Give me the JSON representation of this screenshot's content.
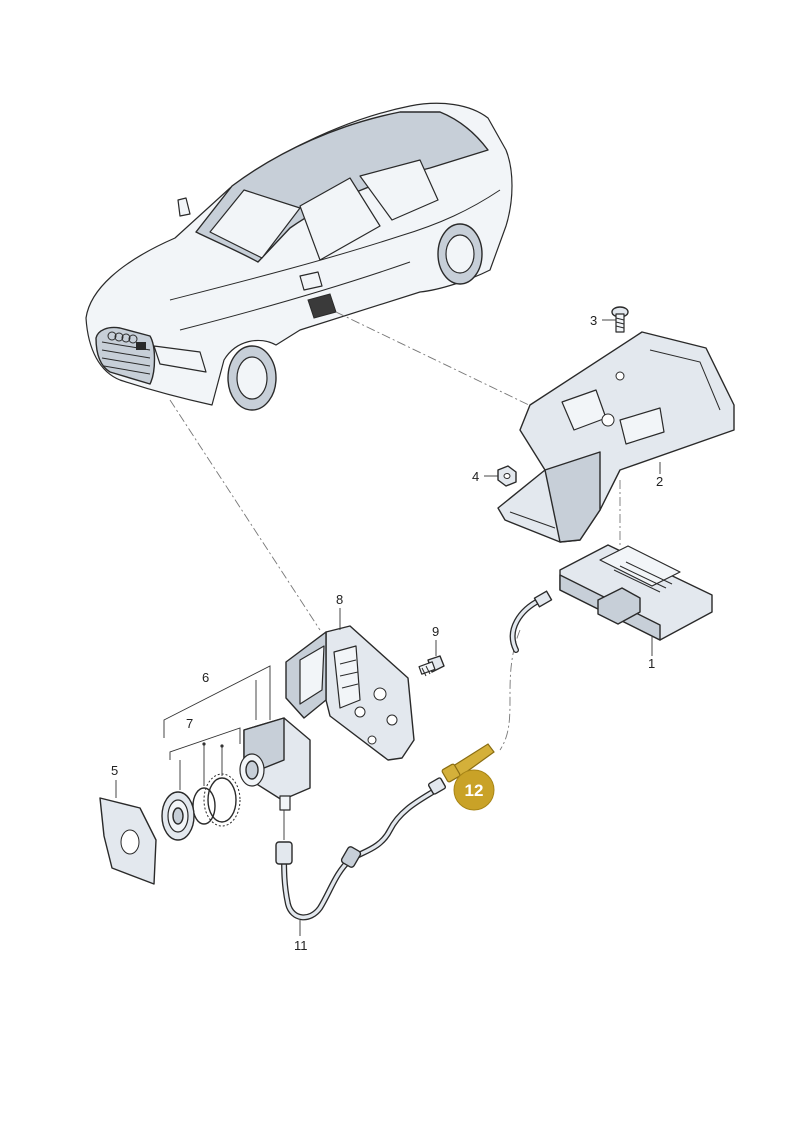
{
  "colors": {
    "highlight": "#c9a227",
    "highlight_part": "#d4b03a",
    "line": "#2a2a2a",
    "part_fill": "#e3e8ee"
  },
  "callouts": [
    {
      "id": "1",
      "label": "1"
    },
    {
      "id": "2",
      "label": "2"
    },
    {
      "id": "3",
      "label": "3"
    },
    {
      "id": "4",
      "label": "4"
    },
    {
      "id": "5",
      "label": "5"
    },
    {
      "id": "6",
      "label": "6"
    },
    {
      "id": "7",
      "label": "7"
    },
    {
      "id": "8",
      "label": "8"
    },
    {
      "id": "9",
      "label": "9"
    },
    {
      "id": "11",
      "label": "11"
    },
    {
      "id": "12",
      "label": "12",
      "highlighted": true
    }
  ]
}
